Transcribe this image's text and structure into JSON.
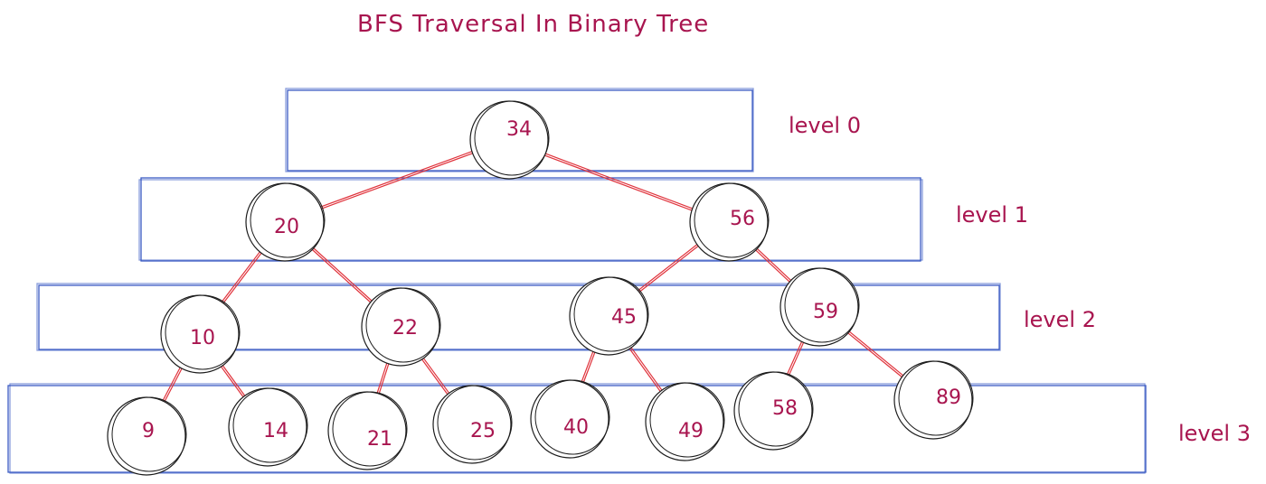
{
  "title": "BFS Traversal In Binary Tree",
  "levels": [
    {
      "label": "level 0"
    },
    {
      "label": "level 1"
    },
    {
      "label": "level 2"
    },
    {
      "label": "level 3"
    }
  ],
  "nodes": [
    {
      "id": "n34",
      "value": "34",
      "level": 0,
      "parent": null
    },
    {
      "id": "n20",
      "value": "20",
      "level": 1,
      "parent": "n34"
    },
    {
      "id": "n56",
      "value": "56",
      "level": 1,
      "parent": "n34"
    },
    {
      "id": "n10",
      "value": "10",
      "level": 2,
      "parent": "n20"
    },
    {
      "id": "n22",
      "value": "22",
      "level": 2,
      "parent": "n20"
    },
    {
      "id": "n45",
      "value": "45",
      "level": 2,
      "parent": "n56"
    },
    {
      "id": "n59",
      "value": "59",
      "level": 2,
      "parent": "n56"
    },
    {
      "id": "n9",
      "value": "9",
      "level": 3,
      "parent": "n10"
    },
    {
      "id": "n14",
      "value": "14",
      "level": 3,
      "parent": "n10"
    },
    {
      "id": "n21",
      "value": "21",
      "level": 3,
      "parent": "n22"
    },
    {
      "id": "n25",
      "value": "25",
      "level": 3,
      "parent": "n22"
    },
    {
      "id": "n40",
      "value": "40",
      "level": 3,
      "parent": "n45"
    },
    {
      "id": "n49",
      "value": "49",
      "level": 3,
      "parent": "n45"
    },
    {
      "id": "n58",
      "value": "58",
      "level": 3,
      "parent": "n59"
    },
    {
      "id": "n89",
      "value": "89",
      "level": 3,
      "parent": "n59"
    }
  ]
}
